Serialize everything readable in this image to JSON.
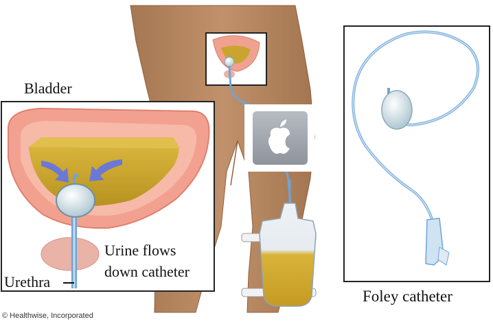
{
  "labels": {
    "bladder": "Bladder",
    "urine_flow_line1": "Urine flows",
    "urine_flow_line2": "down catheter",
    "urethra": "Urethra",
    "foley_catheter": "Foley catheter",
    "credit": "© Healthwise, Incorporated"
  },
  "icons": {
    "placeholder": "apple-logo-icon"
  },
  "colors": {
    "skin": "#b9895f",
    "skin_shadow": "#9c6e47",
    "bladder_wall": "#f2a190",
    "bladder_wall_dark": "#e07a6a",
    "urine": "#c9a530",
    "urine_dark": "#a9851c",
    "catheter_blue": "#6fa4d6",
    "catheter_light": "#b9d6ef",
    "arrow_blue": "#6b78d6",
    "prostate": "#e9b3a8",
    "frame": "#222222",
    "placeholder_gray": "#9fa3ab"
  }
}
